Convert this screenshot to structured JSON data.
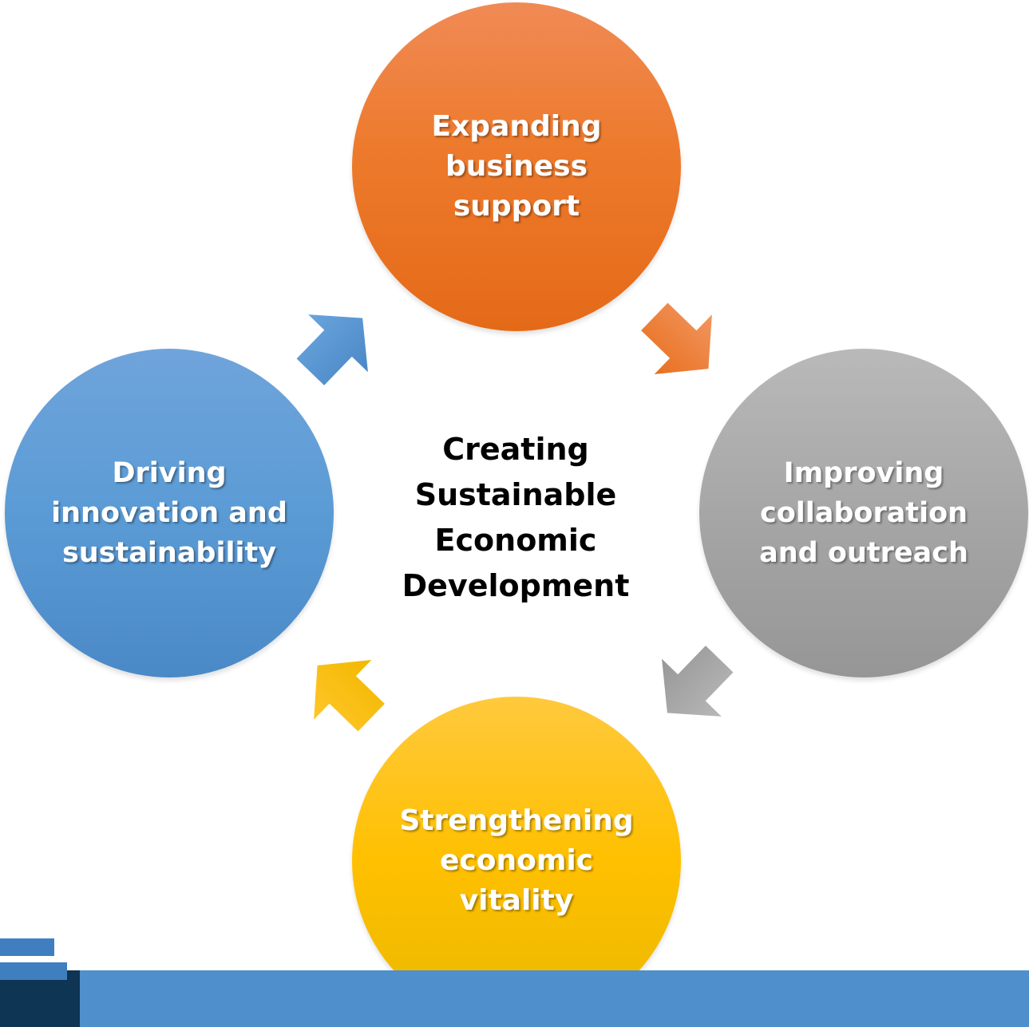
{
  "center": {
    "line1": "Creating",
    "line2": "Sustainable",
    "line3": "Economic",
    "line4": "Development"
  },
  "nodes": {
    "top": {
      "label": "Expanding business support",
      "color": "#ed7d31"
    },
    "right": {
      "label": "Improving collaboration and outreach",
      "color": "#a5a5a5"
    },
    "bottom": {
      "label": "Strengthening economic vitality",
      "color": "#ffc000"
    },
    "left": {
      "label": "Driving innovation and sustainability",
      "color": "#5b9bd5"
    }
  },
  "arrows": [
    {
      "from": "top",
      "to": "right",
      "color": "#ed7d31"
    },
    {
      "from": "right",
      "to": "bottom",
      "color": "#a5a5a5"
    },
    {
      "from": "bottom",
      "to": "left",
      "color": "#ffc000"
    },
    {
      "from": "left",
      "to": "top",
      "color": "#5b9bd5"
    }
  ],
  "footer": {
    "bar_color": "#4f8fcb",
    "dark_color": "#0f3554"
  }
}
